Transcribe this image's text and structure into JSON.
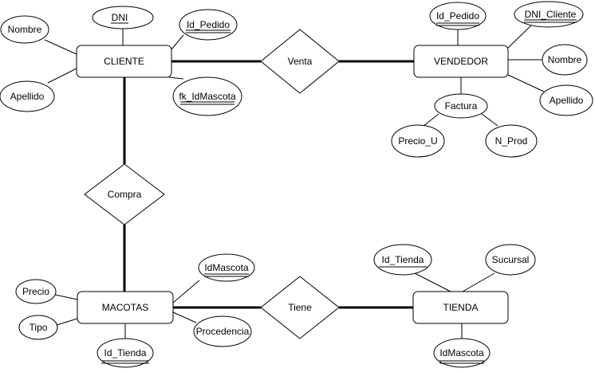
{
  "entities": {
    "cliente": "CLIENTE",
    "vendedor": "VENDEDOR",
    "macotas": "MACOTAS",
    "tienda": "TIENDA"
  },
  "relationships": {
    "venta": "Venta",
    "compra": "Compra",
    "tiene": "Tiene"
  },
  "attributes": {
    "cliente_dni": "DNI",
    "cliente_nombre": "Nombre",
    "cliente_id_pedido": "Id_Pedido",
    "cliente_apellido": "Apellido",
    "cliente_fk_idmascota": "fk_IdMascota",
    "vendedor_id_pedido": "Id_Pedido",
    "vendedor_dni_cliente": "DNI_Cliente",
    "vendedor_nombre": "Nombre",
    "vendedor_apellido": "Apellido",
    "vendedor_factura": "Factura",
    "factura_precio_u": "Precio_U",
    "factura_n_prod": "N_Prod",
    "macotas_precio": "Precio",
    "macotas_tipo": "Tipo",
    "macotas_id_tienda": "Id_Tienda",
    "macotas_idmascota": "IdMascota",
    "macotas_procedencia": "Procedencia",
    "tienda_id_tienda": "Id_Tienda",
    "tienda_sucursal": "Sucursal",
    "tienda_idmascota": "IdMascota"
  }
}
